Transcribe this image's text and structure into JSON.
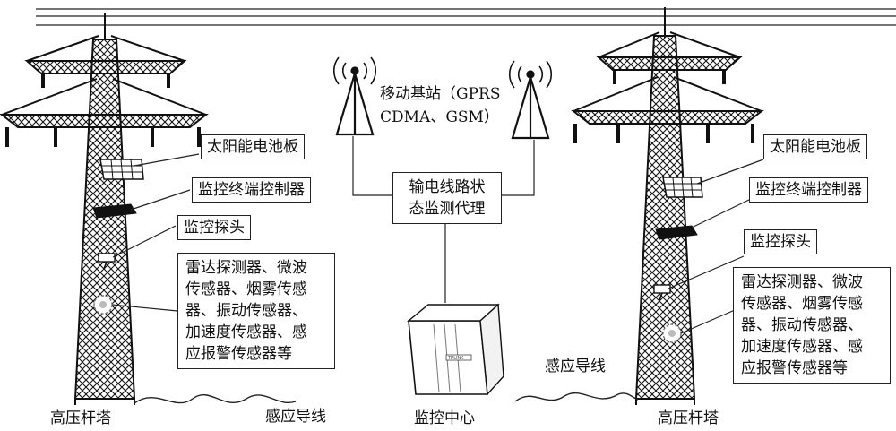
{
  "labels": {
    "tower": "高压杆塔",
    "solar_panel": "太阳能电池板",
    "controller": "监控终端控制器",
    "probe": "监控探头",
    "sensors_lines": [
      "雷达探测器、微波",
      "传感器、烟雾传感",
      "器、振动传感器、",
      "加速度传感器、感",
      "应报警传感器等"
    ],
    "sensors_lines_right": [
      "雷达探测器、微波",
      "传感器、烟雾传感",
      "器、振动传感器、",
      "加速度传感器、感",
      "应报警传感器等"
    ],
    "base_station_line1": "移动基站（GPRS",
    "base_station_line2": "CDMA、GSM）",
    "agent_line1": "输电线路状",
    "agent_line2": "态监测代理",
    "monitor_center": "监控中心",
    "induction_wire": "感应导线",
    "server_brand": "TPLINK"
  }
}
